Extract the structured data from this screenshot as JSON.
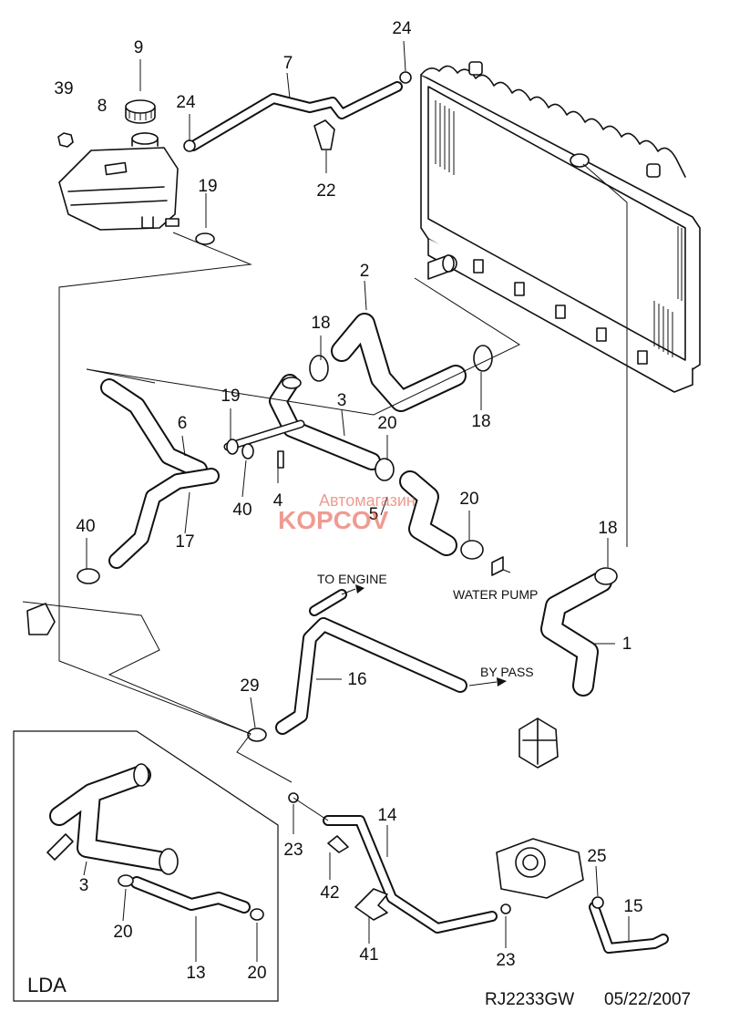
{
  "callouts": [
    {
      "id": "c1",
      "text": "1"
    },
    {
      "id": "c2",
      "text": "2"
    },
    {
      "id": "c3",
      "text": "3"
    },
    {
      "id": "c4",
      "text": "4"
    },
    {
      "id": "c5",
      "text": "5"
    },
    {
      "id": "c6",
      "text": "6"
    },
    {
      "id": "c7",
      "text": "7"
    },
    {
      "id": "c8",
      "text": "8"
    },
    {
      "id": "c9",
      "text": "9"
    },
    {
      "id": "c13",
      "text": "13"
    },
    {
      "id": "c14",
      "text": "14"
    },
    {
      "id": "c15",
      "text": "15"
    },
    {
      "id": "c16",
      "text": "16"
    },
    {
      "id": "c17",
      "text": "17"
    },
    {
      "id": "c18a",
      "text": "18"
    },
    {
      "id": "c18b",
      "text": "18"
    },
    {
      "id": "c18c",
      "text": "18"
    },
    {
      "id": "c19a",
      "text": "19"
    },
    {
      "id": "c19b",
      "text": "19"
    },
    {
      "id": "c20a",
      "text": "20"
    },
    {
      "id": "c20b",
      "text": "20"
    },
    {
      "id": "c20c",
      "text": "20"
    },
    {
      "id": "c20d",
      "text": "20"
    },
    {
      "id": "c22",
      "text": "22"
    },
    {
      "id": "c23a",
      "text": "23"
    },
    {
      "id": "c23b",
      "text": "23"
    },
    {
      "id": "c24a",
      "text": "24"
    },
    {
      "id": "c24b",
      "text": "24"
    },
    {
      "id": "c25",
      "text": "25"
    },
    {
      "id": "c29",
      "text": "29"
    },
    {
      "id": "c39",
      "text": "39"
    },
    {
      "id": "c3b",
      "text": "3"
    },
    {
      "id": "c40a",
      "text": "40"
    },
    {
      "id": "c40b",
      "text": "40"
    },
    {
      "id": "c41",
      "text": "41"
    },
    {
      "id": "c42",
      "text": "42"
    }
  ],
  "notes": {
    "to_engine": "TO ENGINE",
    "water_pump": "WATER PUMP",
    "by_pass": "BY PASS"
  },
  "inset": {
    "label": "LDA"
  },
  "footer": {
    "code": "RJ2233GW",
    "date": "05/22/2007"
  },
  "watermark": {
    "line1": "Автомагазин",
    "line2": "KOPCOV"
  }
}
